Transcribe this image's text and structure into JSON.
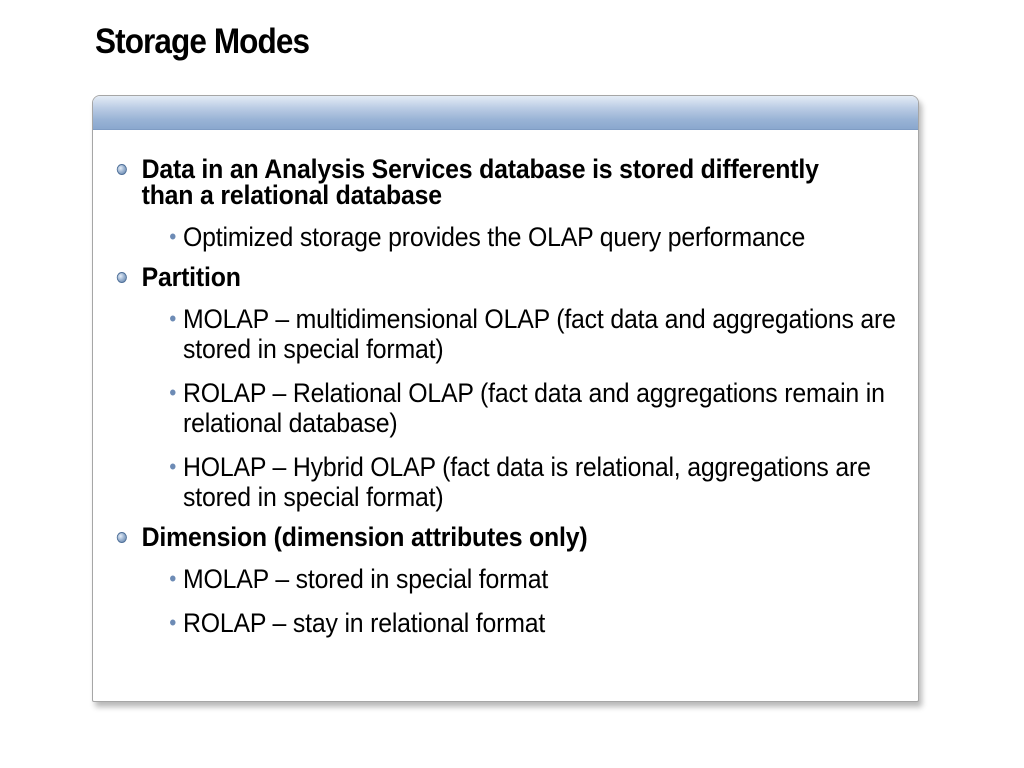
{
  "slide": {
    "title": "Storage Modes"
  },
  "bullets": [
    {
      "text": "Data in an Analysis Services database is stored differently than a relational database",
      "children": [
        "Optimized storage provides the OLAP query performance"
      ]
    },
    {
      "text": "Partition",
      "children": [
        "MOLAP – multidimensional OLAP (fact data and aggregations are stored in special format)",
        "ROLAP – Relational OLAP (fact data and aggregations remain in relational database)",
        "HOLAP – Hybrid OLAP (fact data is relational, aggregations are stored in special format)"
      ]
    },
    {
      "text": "Dimension (dimension attributes only)",
      "children": [
        "MOLAP – stored in special format",
        "ROLAP – stay in relational format"
      ]
    }
  ],
  "icons": {
    "level1_bullet": "blue-sphere-bullet-icon",
    "level2_bullet": "dot-bullet-icon"
  },
  "colors": {
    "header_band": "#9ab4d6",
    "bullet_blue": "#6d8bb5",
    "text": "#000000"
  }
}
